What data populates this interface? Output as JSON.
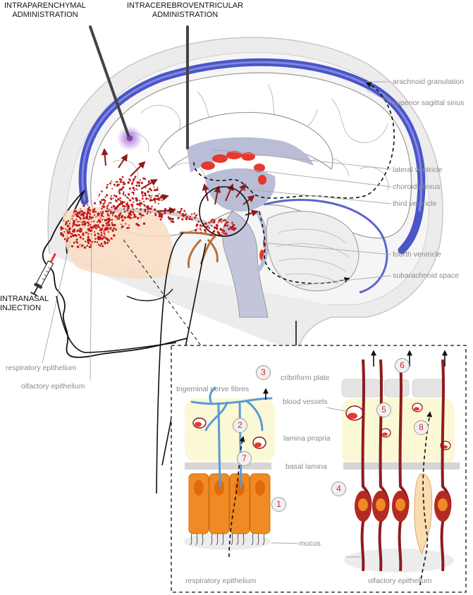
{
  "labels": {
    "intraparenchymal": "INTRAPARENCHYMAL ADMINISTRATION",
    "intraparenchymal_line1": "INTRAPARENCHYMAL",
    "intraparenchymal_line2": "ADMINISTRATION",
    "intracerebroventricular_line1": "INTRACEREBROVENTRICULAR",
    "intracerebroventricular_line2": "ADMINISTRATION",
    "intranasal_line1": "INTRANASAL",
    "intranasal_line2": "INJECTION",
    "arachnoid_granulation": "arachnoid granulation",
    "superior_sagittal_sinus": "superior sagittal sinus",
    "lateral_ventricle": "lateral ventricle",
    "choroid_plexus": "choroid plexus",
    "third_ventricle": "third ventricle",
    "fourth_ventricle": "fourth ventricle",
    "subarachnoid_space": "subarachnoid space",
    "respiratory_epithelium_main": "respiratory epithelium",
    "olfactory_epithelium_main": "olfactory epithelium",
    "trigeminal_nerve_fibres": "trigeminal nerve fibres",
    "cribriform_plate": "cribriform plate",
    "blood_vessels": "blood vessels",
    "lamina_propria": "lamina propria",
    "basal_lamina": "basal lamina",
    "mucus": "mucus",
    "respiratory_epithelium_inset": "respiratory epithelium",
    "olfactory_epithelium_inset": "olfactory epithelium"
  },
  "pathway_numbers": [
    "1",
    "2",
    "3",
    "4",
    "5",
    "6",
    "7",
    "8"
  ],
  "colors": {
    "sinus_blue": "#4b55c8",
    "ventricle_grey": "#b9bdd6",
    "choroid_red": "#e8372f",
    "particle_red": "#c21a1a",
    "arrow_darkred": "#8b1a1a",
    "cell_orange": "#f08a24",
    "neuron_darkred": "#8e1b20",
    "nerve_blue": "#5b9bd5",
    "lamina_yellow": "#fbf8d6",
    "skull_grey": "#e6e6e6",
    "label_grey": "#8a8a8a"
  },
  "icons": [
    "syringe-icon",
    "needle-icon",
    "arrow-icon"
  ]
}
